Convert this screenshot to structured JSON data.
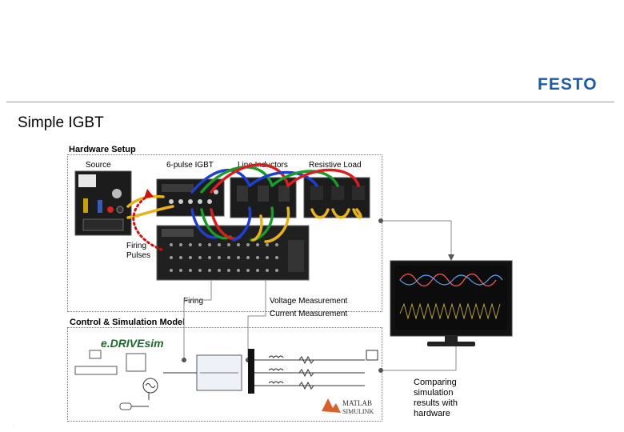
{
  "header": {
    "logo": "FESTO",
    "title": "Simple IGBT"
  },
  "hardware": {
    "section_label": "Hardware Setup",
    "labels": {
      "source": "Source",
      "igbt": "6-pulse IGBT",
      "inductors": "Line Inductors",
      "load": "Resistive Load",
      "firing_pulses": "Firing Pulses",
      "firing": "Firing",
      "voltage": "Voltage Measurement",
      "current": "Current Measurement"
    }
  },
  "control": {
    "section_label": "Control & Simulation Model",
    "edrive_logo": "e.DRIVEsim",
    "matlab_logo": "MATLAB SIMULINK"
  },
  "monitor": {
    "caption": "Comparing simulation results with hardware"
  },
  "colors": {
    "wire_blue": "#1f3fd0",
    "wire_green": "#1a9a2a",
    "wire_red": "#d81e1e",
    "wire_yellow": "#e8b21c",
    "firing_dots": "#cc1111",
    "logo_blue": "#1f5ca8"
  }
}
